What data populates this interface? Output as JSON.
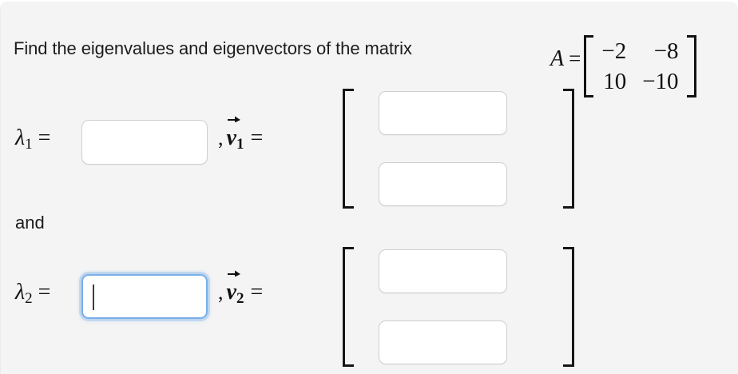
{
  "problem": {
    "prompt_text": "Find the eigenvalues and eigenvectors of the matrix",
    "matrix_symbol": "A",
    "equals_sign": "=",
    "matrix": {
      "rows": [
        [
          "−2",
          "−8"
        ],
        [
          "10",
          "−10"
        ]
      ]
    }
  },
  "answers": {
    "separator_text": "and",
    "rows": [
      {
        "eigenvalue_symbol": "λ",
        "eigenvalue_subscript": "1",
        "eigenvalue_equals": "=",
        "eigenvalue_value": "",
        "eigenvalue_focused": false,
        "comma": ",",
        "eigenvector_symbol": "v",
        "eigenvector_subscript": "1",
        "eigenvector_equals": "=",
        "eigenvector_components": [
          "",
          ""
        ]
      },
      {
        "eigenvalue_symbol": "λ",
        "eigenvalue_subscript": "2",
        "eigenvalue_equals": "=",
        "eigenvalue_value": "",
        "eigenvalue_focused": true,
        "comma": ",",
        "eigenvector_symbol": "v",
        "eigenvector_subscript": "2",
        "eigenvector_equals": "=",
        "eigenvector_components": [
          "",
          ""
        ]
      }
    ]
  },
  "colors": {
    "page_background": "#f4f4f4",
    "text": "#111111",
    "input_background": "#ffffff",
    "input_border": "#cfcfcf",
    "input_border_focused": "#79b0e8",
    "bracket": "#161616"
  }
}
